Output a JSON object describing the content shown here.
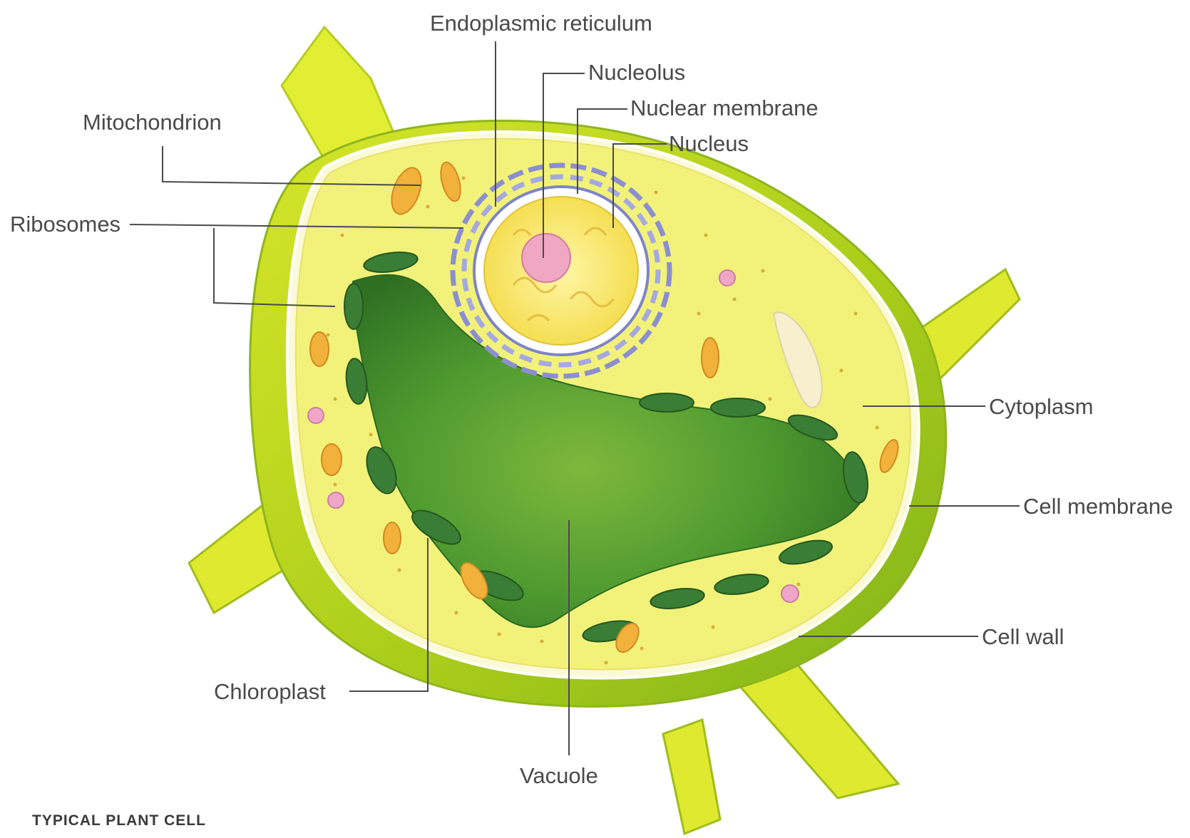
{
  "caption": "TYPICAL PLANT CELL",
  "labels": {
    "endoplasmic_reticulum": "Endoplasmic reticulum",
    "nucleolus": "Nucleolus",
    "nuclear_membrane": "Nuclear membrane",
    "nucleus": "Nucleus",
    "mitochondrion": "Mitochondrion",
    "ribosomes": "Ribosomes",
    "cytoplasm": "Cytoplasm",
    "cell_membrane": "Cell membrane",
    "cell_wall": "Cell wall",
    "chloroplast": "Chloroplast",
    "vacuole": "Vacuole"
  },
  "colors": {
    "cell_wall": "#b9d41c",
    "cell_wall_highlight": "#e4ef3a",
    "cytoplasm": "#f3f37e",
    "vacuole": "#3f8f2c",
    "chloroplast": "#3a7d34",
    "nucleus": "#f7e75c",
    "nucleolus": "#f0a8c2",
    "er": "#8b8fd0",
    "mitochondrion": "#f2b13a"
  }
}
